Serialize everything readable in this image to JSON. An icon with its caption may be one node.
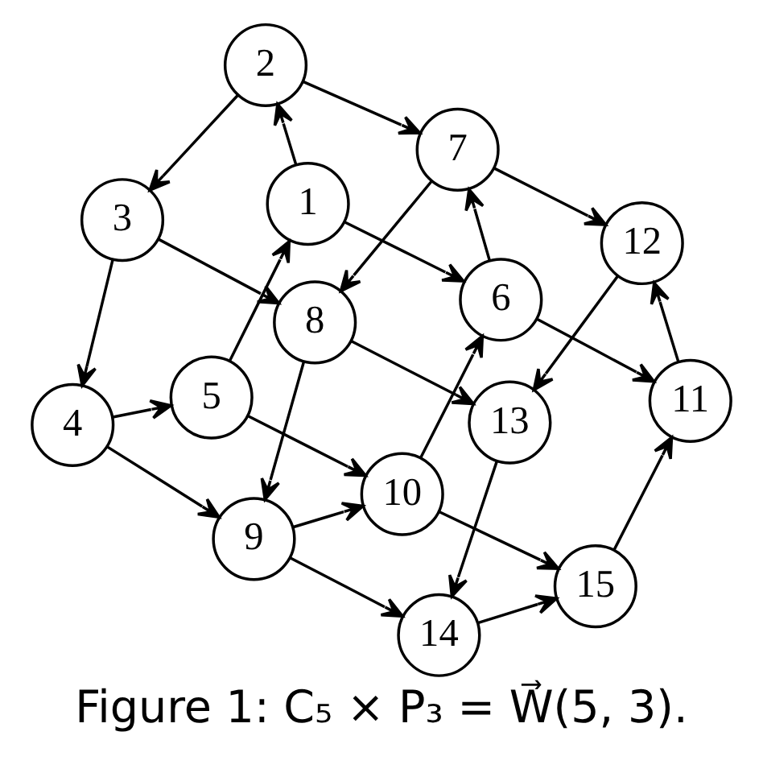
{
  "diagram": {
    "caption": "Figure 1: C₅ × P₃ = W⃗(5, 3).",
    "nodes": [
      {
        "text": [
          "1"
        ]
      },
      {
        "text": [
          "2"
        ]
      },
      {
        "text": [
          "3"
        ]
      },
      {
        "text": [
          "4"
        ]
      },
      {
        "text": [
          "5"
        ]
      },
      {
        "text": [
          "6"
        ]
      },
      {
        "text": [
          "7"
        ]
      },
      {
        "text": [
          "8"
        ]
      },
      {
        "text": [
          "9"
        ]
      },
      {
        "text": [
          "10"
        ]
      },
      {
        "text": [
          "11"
        ]
      },
      {
        "text": [
          "12"
        ]
      },
      {
        "text": [
          "13"
        ]
      },
      {
        "text": [
          "14"
        ]
      },
      {
        "text": [
          "15"
        ]
      }
    ],
    "edges": [
      {
        "from": 0,
        "to": 5,
        "arrow": "to"
      },
      {
        "from": 5,
        "to": 10,
        "arrow": "to"
      },
      {
        "from": 4,
        "to": 0,
        "arrow": "to"
      },
      {
        "from": 0,
        "to": 1,
        "arrow": "to"
      },
      {
        "from": 9,
        "to": 5,
        "arrow": "to"
      },
      {
        "from": 5,
        "to": 6,
        "arrow": "to"
      },
      {
        "from": 14,
        "to": 10,
        "arrow": "to"
      },
      {
        "from": 10,
        "to": 11,
        "arrow": "to"
      },
      {
        "from": 4,
        "to": 9,
        "arrow": "to"
      },
      {
        "from": 9,
        "to": 14,
        "arrow": "to"
      },
      {
        "from": 1,
        "to": 6,
        "arrow": "to"
      },
      {
        "from": 6,
        "to": 11,
        "arrow": "to"
      },
      {
        "from": 3,
        "to": 4,
        "arrow": "to"
      },
      {
        "from": 8,
        "to": 9,
        "arrow": "to"
      },
      {
        "from": 13,
        "to": 14,
        "arrow": "to"
      },
      {
        "from": 11,
        "to": 12,
        "arrow": "to"
      },
      {
        "from": 6,
        "to": 7,
        "arrow": "to"
      },
      {
        "from": 1,
        "to": 2,
        "arrow": "to"
      },
      {
        "from": 12,
        "to": 13,
        "arrow": "to"
      },
      {
        "from": 7,
        "to": 12,
        "arrow": "to"
      },
      {
        "from": 8,
        "to": 13,
        "arrow": "to"
      },
      {
        "from": 7,
        "to": 8,
        "arrow": "to"
      },
      {
        "from": 2,
        "to": 7,
        "arrow": "to"
      },
      {
        "from": 3,
        "to": 8,
        "arrow": "to"
      },
      {
        "from": 2,
        "to": 3,
        "arrow": "to"
      }
    ]
  }
}
